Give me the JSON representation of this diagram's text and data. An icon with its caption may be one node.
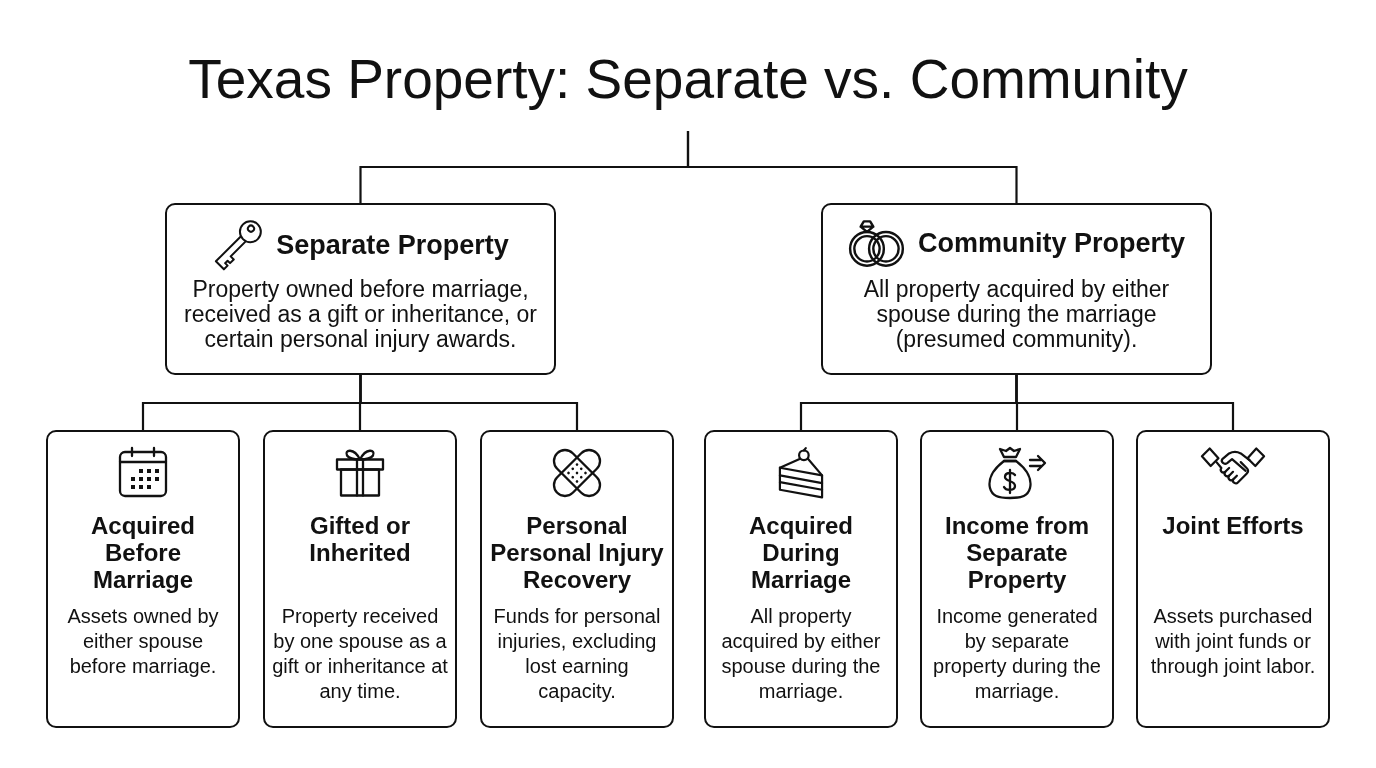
{
  "diagram": {
    "title": "Texas Property: Separate vs. Community",
    "nodes": [
      {
        "text": [
          "Separate Property",
          "Property owned before marriage, received as a gift or inheritance, or certain personal injury awards."
        ]
      },
      {
        "text": [
          "Community Property",
          "All property acquired by either spouse during the marriage (presumed community)."
        ]
      },
      {
        "text": [
          "Acquired Before Marriage",
          "Assets owned by either spouse before marriage."
        ]
      },
      {
        "text": [
          "Gifted or Inherited",
          "Property received by one spouse as a gift or inheritance at any time."
        ]
      },
      {
        "text": [
          "Personal Personal Injury Recovery",
          "Funds for personal injuries, excluding lost earning capacity."
        ]
      },
      {
        "text": [
          "Acquired During Marriage",
          "All property acquired by either spouse during the marriage."
        ]
      },
      {
        "text": [
          "Income from Separate Property",
          "Income generated by separate property during the marriage."
        ]
      },
      {
        "text": [
          "Joint Efforts",
          "Assets purchased with joint funds or through joint labor."
        ]
      }
    ],
    "edges": [
      {
        "from": null,
        "to": 0,
        "arrow": "none"
      },
      {
        "from": null,
        "to": 1,
        "arrow": "none"
      },
      {
        "from": 0,
        "to": 2,
        "arrow": "none"
      },
      {
        "from": 0,
        "to": 3,
        "arrow": "none"
      },
      {
        "from": 0,
        "to": 4,
        "arrow": "none"
      },
      {
        "from": 1,
        "to": 5,
        "arrow": "none"
      },
      {
        "from": 1,
        "to": 6,
        "arrow": "none"
      },
      {
        "from": 1,
        "to": 7,
        "arrow": "none"
      }
    ]
  }
}
